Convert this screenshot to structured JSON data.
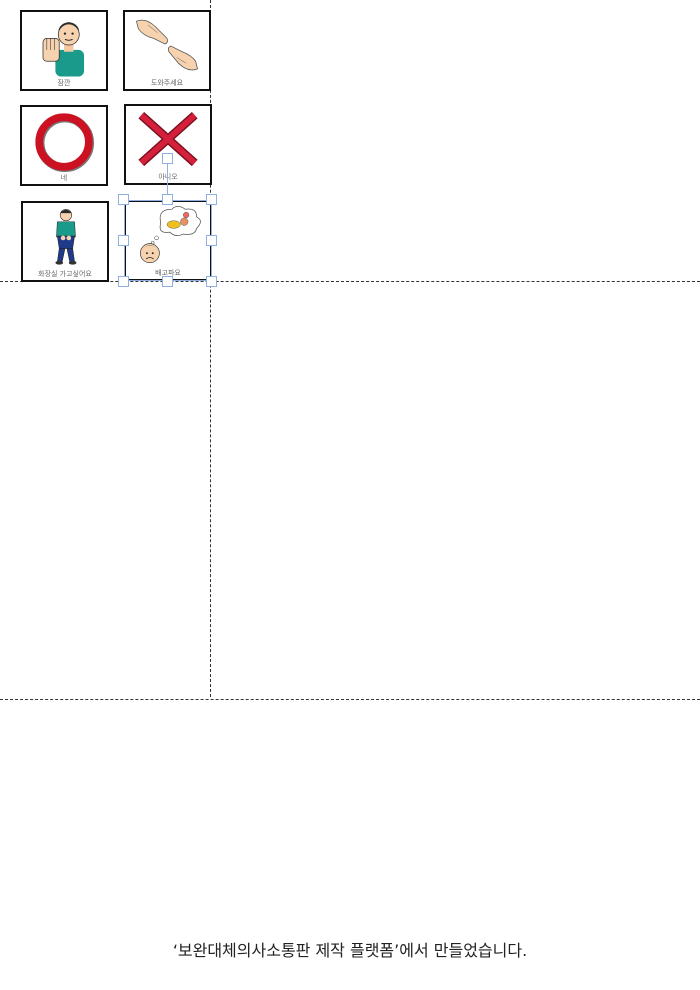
{
  "cards": [
    {
      "label": "잠깐",
      "icon": "stop-hand-icon"
    },
    {
      "label": "도와주세요",
      "icon": "help-hands-icon"
    },
    {
      "label": "네",
      "icon": "yes-circle-icon"
    },
    {
      "label": "아니오",
      "icon": "no-x-icon"
    },
    {
      "label": "화장실 가고싶어요",
      "icon": "toilet-person-icon"
    },
    {
      "label": "배고파요",
      "icon": "hungry-face-icon"
    }
  ],
  "footer": {
    "text": "‘보완대체의사소통판 제작 플랫폼’에서 만들었습니다."
  },
  "colors": {
    "accent_red": "#cc1122",
    "handle_blue": "#8fb0e0"
  }
}
